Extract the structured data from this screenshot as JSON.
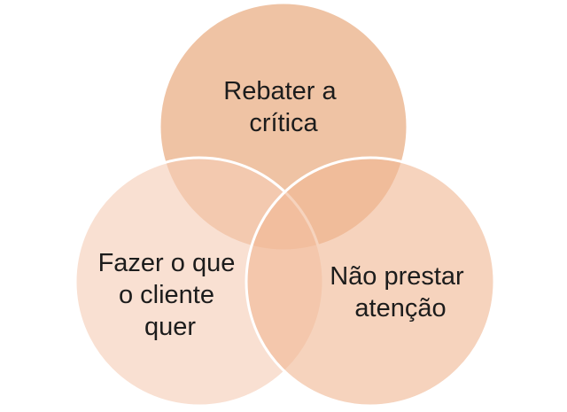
{
  "diagram": {
    "type": "venn",
    "sets": [
      {
        "id": "top",
        "label_lines": [
          "Rebater a",
          "crítica"
        ],
        "color": "#ecb994",
        "opacity": 0.85
      },
      {
        "id": "left",
        "label_lines": [
          "Fazer o que",
          "o cliente",
          "quer"
        ],
        "color": "#f6cdb7",
        "opacity": 0.62
      },
      {
        "id": "right",
        "label_lines": [
          "Não prestar",
          "atenção"
        ],
        "color": "#f0b894",
        "opacity": 0.62
      }
    ]
  }
}
